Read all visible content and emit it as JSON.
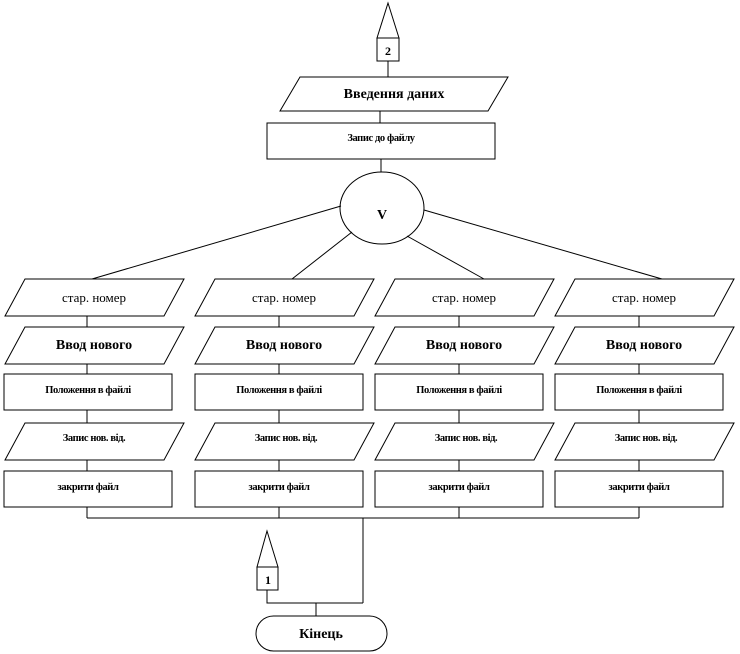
{
  "connector_top": {
    "label": "2"
  },
  "input_data": {
    "label": "Введення даних"
  },
  "write_file": {
    "label": "Запис до файлу"
  },
  "branch_node": {
    "label": "V"
  },
  "columns": [
    {
      "old_number": "стар. номер",
      "input_new": "Ввод нового",
      "position": "Положення  в файлі",
      "write_new": "Запис нов. від.",
      "close_file": "закрити  файл"
    },
    {
      "old_number": "стар. номер",
      "input_new": "Ввод нового",
      "position": "Положення  в файлі",
      "write_new": "Запис нов. від.",
      "close_file": "закрити  файл"
    },
    {
      "old_number": "стар. номер",
      "input_new": "Ввод нового",
      "position": "Положення  в файлі",
      "write_new": "Запис нов. від.",
      "close_file": "закрити  файл"
    },
    {
      "old_number": "стар. номер",
      "input_new": "Ввод нового",
      "position": "Положення  в файлі",
      "write_new": "Запис нов. від.",
      "close_file": "закрити  файл"
    }
  ],
  "connector_bottom": {
    "label": "1"
  },
  "end": {
    "label": "Кінець"
  }
}
